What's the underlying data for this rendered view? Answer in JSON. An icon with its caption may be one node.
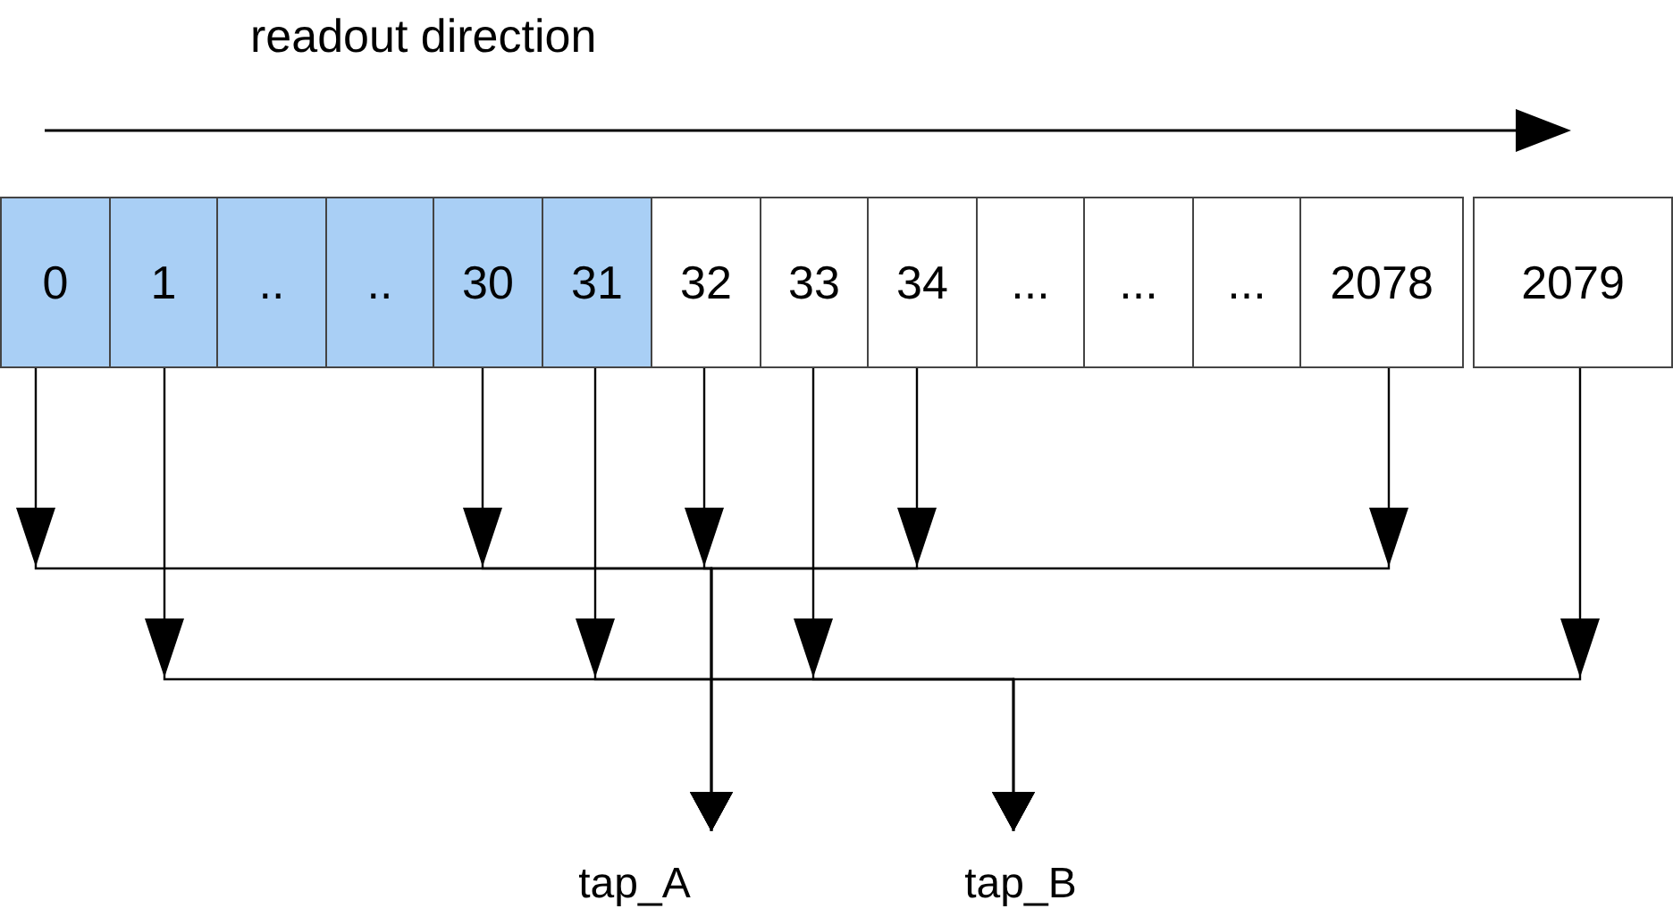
{
  "diagram": {
    "nodes": [
      {
        "text": [
          "0"
        ]
      },
      {
        "text": [
          "1"
        ]
      },
      {
        "text": [
          ".."
        ]
      },
      {
        "text": [
          ".."
        ]
      },
      {
        "text": [
          "30"
        ]
      },
      {
        "text": [
          "31"
        ]
      },
      {
        "text": [
          "32"
        ]
      },
      {
        "text": [
          "33"
        ]
      },
      {
        "text": [
          "34"
        ]
      },
      {
        "text": [
          "..."
        ]
      },
      {
        "text": [
          "..."
        ]
      },
      {
        "text": [
          "..."
        ]
      },
      {
        "text": [
          "2078"
        ]
      },
      {
        "text": [
          "2079"
        ]
      },
      {
        "text": [
          "tap_A"
        ]
      },
      {
        "text": [
          "tap_B"
        ]
      }
    ],
    "edges": [
      {
        "from": 0,
        "to": 14,
        "arrow": "to"
      },
      {
        "from": 4,
        "to": 14,
        "arrow": "to"
      },
      {
        "from": 6,
        "to": 14,
        "arrow": "to"
      },
      {
        "from": 8,
        "to": 14,
        "arrow": "to"
      },
      {
        "from": 12,
        "to": 14,
        "arrow": "to"
      },
      {
        "from": 1,
        "to": 15,
        "arrow": "to"
      },
      {
        "from": 5,
        "to": 15,
        "arrow": "to"
      },
      {
        "from": 7,
        "to": 15,
        "arrow": "to"
      },
      {
        "from": 13,
        "to": 15,
        "arrow": "to"
      }
    ],
    "labels": [
      "readout direction"
    ]
  }
}
